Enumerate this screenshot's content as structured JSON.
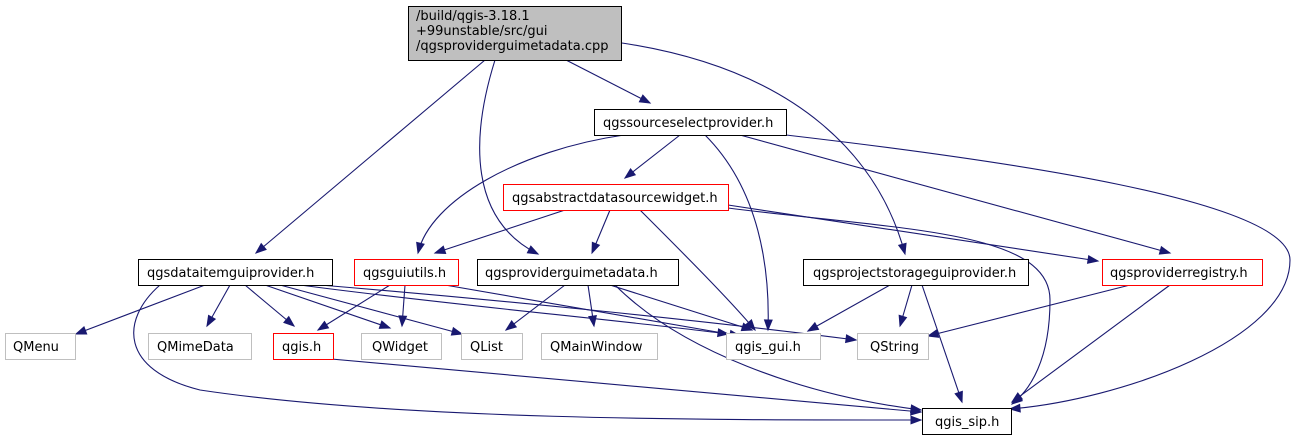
{
  "nodes": {
    "root": [
      "/build/qgis-3.18.1",
      "+99unstable/src/gui",
      "/qgsproviderguimetadata.cpp"
    ],
    "qgssourceselectprovider": "qgssourceselectprovider.h",
    "qgsabstractdatasourcewidget": "qgsabstractdatasourcewidget.h",
    "qgsdataitemguiprovider": "qgsdataitemguiprovider.h",
    "qgsguiutils": "qgsguiutils.h",
    "qgsproviderguimetadata": "qgsproviderguimetadata.h",
    "qgsprojectstorageguiprovider": "qgsprojectstorageguiprovider.h",
    "qgsproviderregistry": "qgsproviderregistry.h",
    "QMenu": "QMenu",
    "QMimeData": "QMimeData",
    "qgis": "qgis.h",
    "QWidget": "QWidget",
    "QList": "QList",
    "QMainWindow": "QMainWindow",
    "qgis_gui": "qgis_gui.h",
    "QString": "QString",
    "qgis_sip": "qgis_sip.h"
  },
  "colors": {
    "edge": "#191970",
    "root_fill": "#bfbfbf",
    "documented_border": "#000000",
    "incomplete_border": "#ff0000",
    "external_border": "#bfbfbf"
  }
}
